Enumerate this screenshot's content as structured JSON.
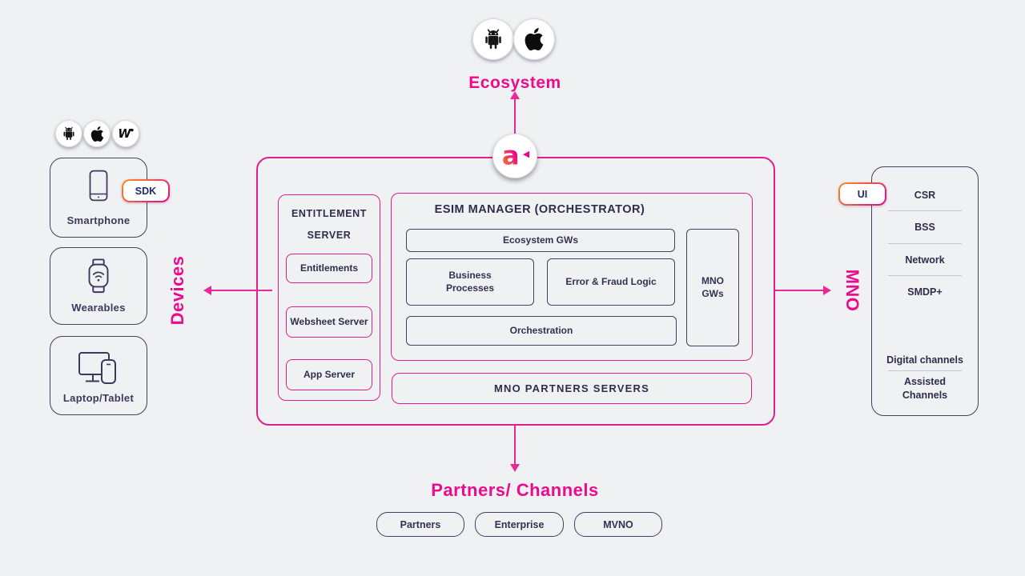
{
  "colors": {
    "magenta": "#ec0b8e",
    "navy_text": "#32324f",
    "navy_border": "#3f3f63",
    "gradient_orange": "#f7941d",
    "gradient_pink": "#ec008c",
    "background": "#f0f1f3"
  },
  "top": {
    "ecosystem_label": "Ecosystem",
    "platform_icons": [
      "android-icon",
      "apple-icon"
    ]
  },
  "logo": {
    "letter": "a"
  },
  "left": {
    "platform_icons": [
      "android-icon",
      "apple-icon",
      "wear-os-icon"
    ],
    "wear_glyph": "W",
    "sdk_badge": "SDK",
    "devices_label": "Devices",
    "device_boxes": [
      {
        "label": "Smartphone",
        "icon": "smartphone-icon"
      },
      {
        "label": "Wearables",
        "icon": "smartwatch-icon"
      },
      {
        "label": "Laptop/Tablet",
        "icon": "laptop-tablet-icon"
      }
    ]
  },
  "center": {
    "entitlement_server": {
      "title": "ENTITLEMENT SERVER",
      "items": [
        "Entitlements",
        "Websheet Server",
        "App Server"
      ]
    },
    "esim_manager": {
      "title": "ESIM MANAGER (ORCHESTRATOR)",
      "ecosystem_gws": "Ecosystem GWs",
      "business_processes": "Business Processes",
      "error_fraud_logic": "Error & Fraud Logic",
      "orchestration": "Orchestration",
      "mno_gws": "MNO GWs"
    },
    "mno_partners_servers": "MNO PARTNERS SERVERS"
  },
  "right": {
    "mno_label": "MNO",
    "ui_badge": "UI",
    "stack_items": [
      "CSR",
      "BSS",
      "Network",
      "SMDP+"
    ],
    "channel_items": [
      "Digital channels",
      "Assisted Channels"
    ]
  },
  "bottom": {
    "partners_channels_label": "Partners/ Channels",
    "partner_boxes": [
      "Partners",
      "Enterprise",
      "MVNO"
    ]
  }
}
